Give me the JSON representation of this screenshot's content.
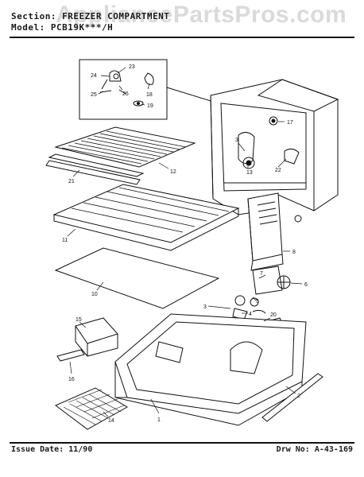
{
  "header": {
    "section_line": "Section: FREEZER COMPARTMENT",
    "model_line": "Model: PCB19K***/H"
  },
  "watermark": "AppliancePartsPros.com",
  "footer": {
    "issue_date": "Issue Date: 11/90",
    "drawing_no": "Drw No: A-43-169"
  },
  "callouts": {
    "c1": "1",
    "c2": "2",
    "c3": "3",
    "c4": "4",
    "c5": "5",
    "c6": "6",
    "c7": "7",
    "c8": "8",
    "c10": "10",
    "c11": "11",
    "c12": "12",
    "c13": "13",
    "c14": "14",
    "c15": "15",
    "c16": "16",
    "c17": "17",
    "c18": "18",
    "c19": "19",
    "c20": "20",
    "c21": "21",
    "c22": "22",
    "c23": "23",
    "c24": "24",
    "c25": "25",
    "c26": "26"
  }
}
